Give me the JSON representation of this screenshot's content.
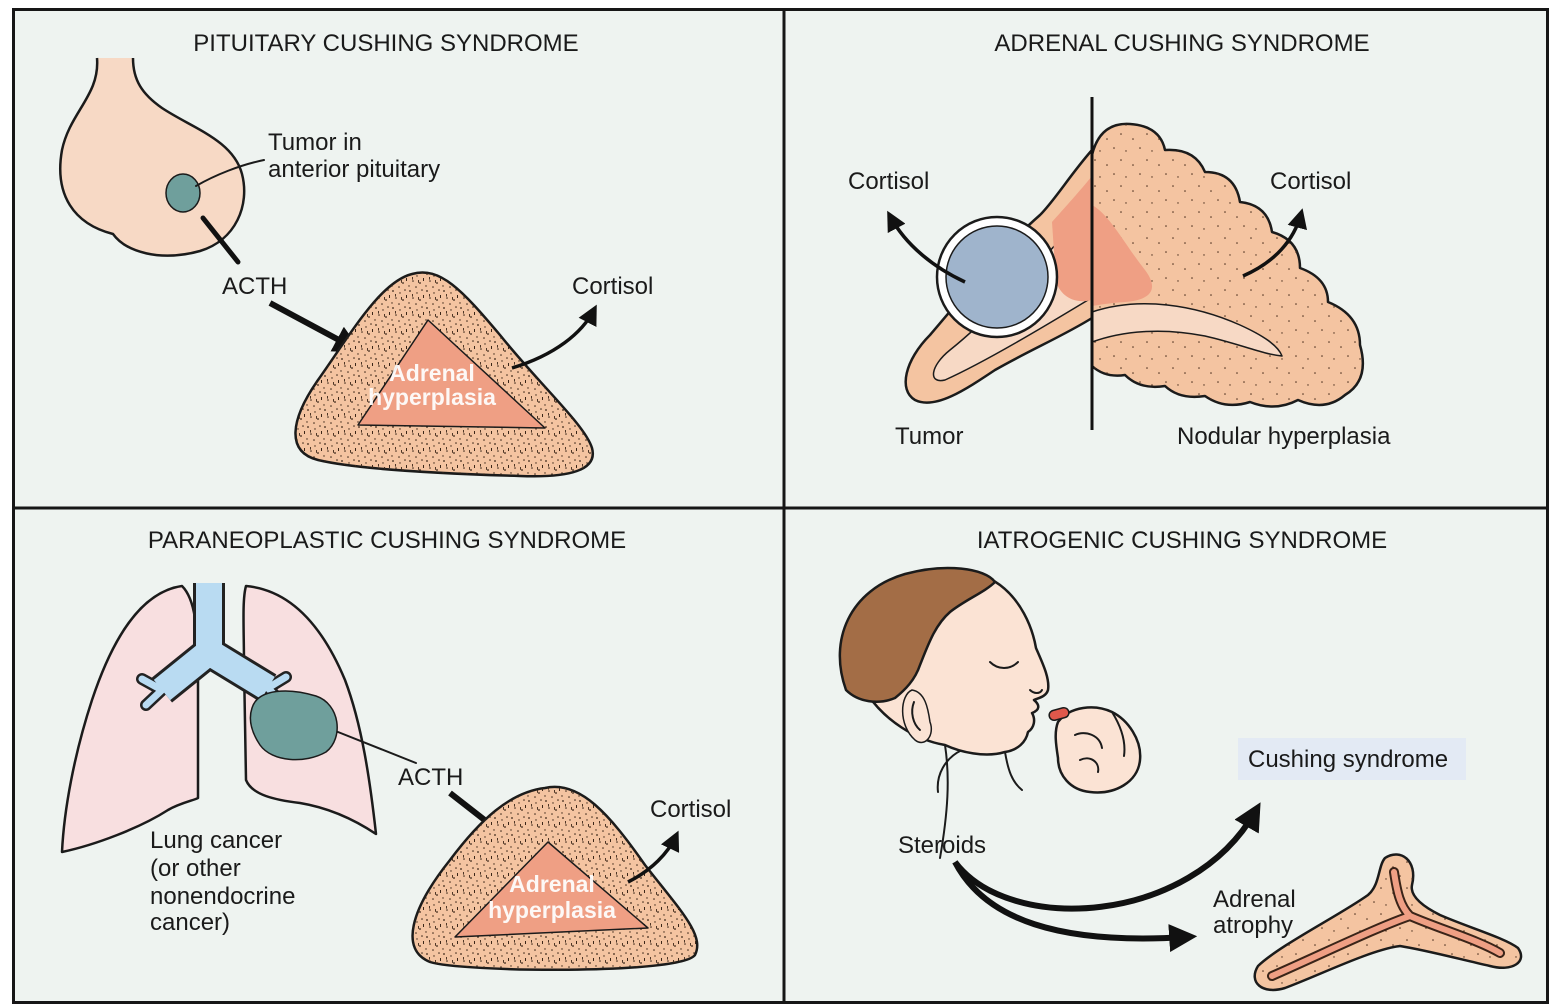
{
  "pituitary_panel": {
    "title": "PITUITARY CUSHING SYNDROME",
    "tumor_label": [
      "Tumor in",
      "anterior pituitary"
    ],
    "hormone_label": "ACTH",
    "output_label": "Cortisol",
    "gland_label": [
      "Adrenal",
      "hyperplasia"
    ]
  },
  "adrenal_panel": {
    "title": "ADRENAL CUSHING SYNDROME",
    "output_left_label": "Cortisol",
    "output_right_label": "Cortisol",
    "tumor_label": "Tumor",
    "hyperplasia_label": "Nodular hyperplasia"
  },
  "paraneoplastic_panel": {
    "title": "PARANEOPLASTIC CUSHING SYNDROME",
    "cancer_label": [
      "Lung cancer",
      "(or other",
      "nonendocrine",
      "cancer)"
    ],
    "hormone_label": "ACTH",
    "output_label": "Cortisol",
    "gland_label": [
      "Adrenal",
      "hyperplasia"
    ]
  },
  "iatrogenic_panel": {
    "title": "IATROGENIC CUSHING SYNDROME",
    "drug_label": "Steroids",
    "outcome_label": "Cushing syndrome",
    "atrophy_label": [
      "Adrenal",
      "atrophy"
    ]
  },
  "colors": {
    "background": "#eef3f0",
    "frame": "#161616",
    "gland": "#f4c4a1",
    "gland_light": "#f7d9c5",
    "hyperplasia_core": "#ef9f84",
    "tumor_teal": "#6f9f9c",
    "tumor_blue": "#9fb4cc",
    "lung": "#f8dfe0",
    "airway": "#b9dbf2",
    "skin": "#fbe3d4",
    "hair": "#a36d46",
    "outcome_box": "#e3eaf4",
    "pill": "#e0584b"
  }
}
